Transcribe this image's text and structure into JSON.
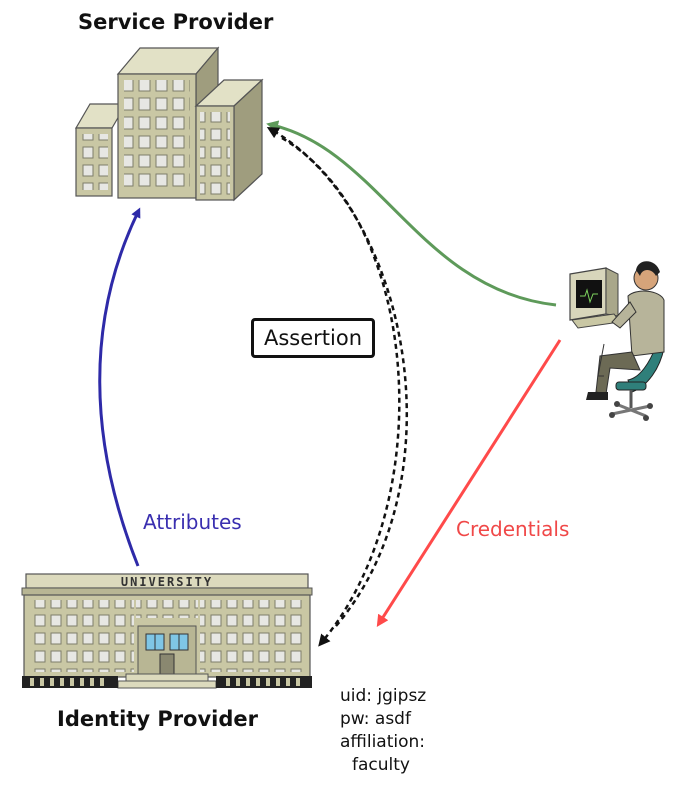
{
  "service_provider": {
    "title": "Service Provider"
  },
  "identity_provider": {
    "title": "Identity Provider",
    "sign": "UNIVERSITY"
  },
  "assertion": {
    "label": "Assertion"
  },
  "attributes": {
    "label": "Attributes"
  },
  "credentials": {
    "label": "Credentials"
  },
  "user_info": {
    "uid": "uid: jgipsz",
    "pw": "pw: asdf",
    "affiliation": "affiliation:",
    "affiliation_value": "faculty"
  },
  "colors": {
    "attributes": "#2e2aa8",
    "credentials": "#ff4a4a",
    "user_request": "#5e9a5a",
    "assertion": "#111111",
    "building": "#c9c7a4"
  }
}
